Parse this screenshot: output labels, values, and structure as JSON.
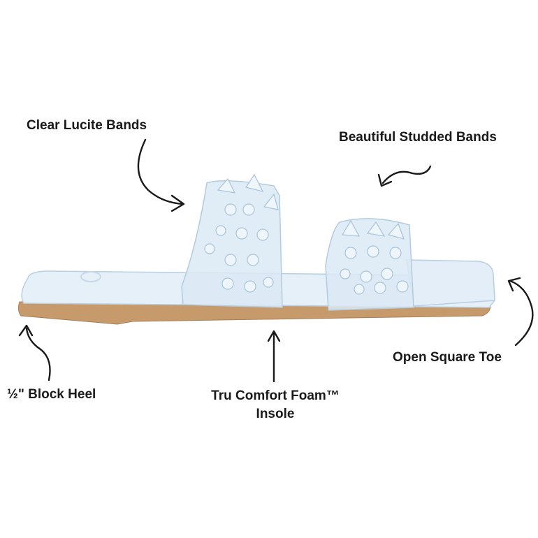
{
  "callouts": {
    "lucite": "Clear Lucite Bands",
    "studded": "Beautiful Studded Bands",
    "toe": "Open Square Toe",
    "heel": "½\" Block Heel",
    "foam_line1": "Tru Comfort Foam™",
    "foam_line2": "Insole"
  },
  "colors": {
    "background": "#ffffff",
    "text": "#1a1a1a",
    "arrow": "#1a1a1a",
    "sole": "#c79a6c",
    "insole": "#e6f0f8",
    "band": "#dbe9f5",
    "stud": "#eef5fb"
  },
  "icons": [
    "curved-arrow-icon",
    "straight-arrow-icon"
  ]
}
